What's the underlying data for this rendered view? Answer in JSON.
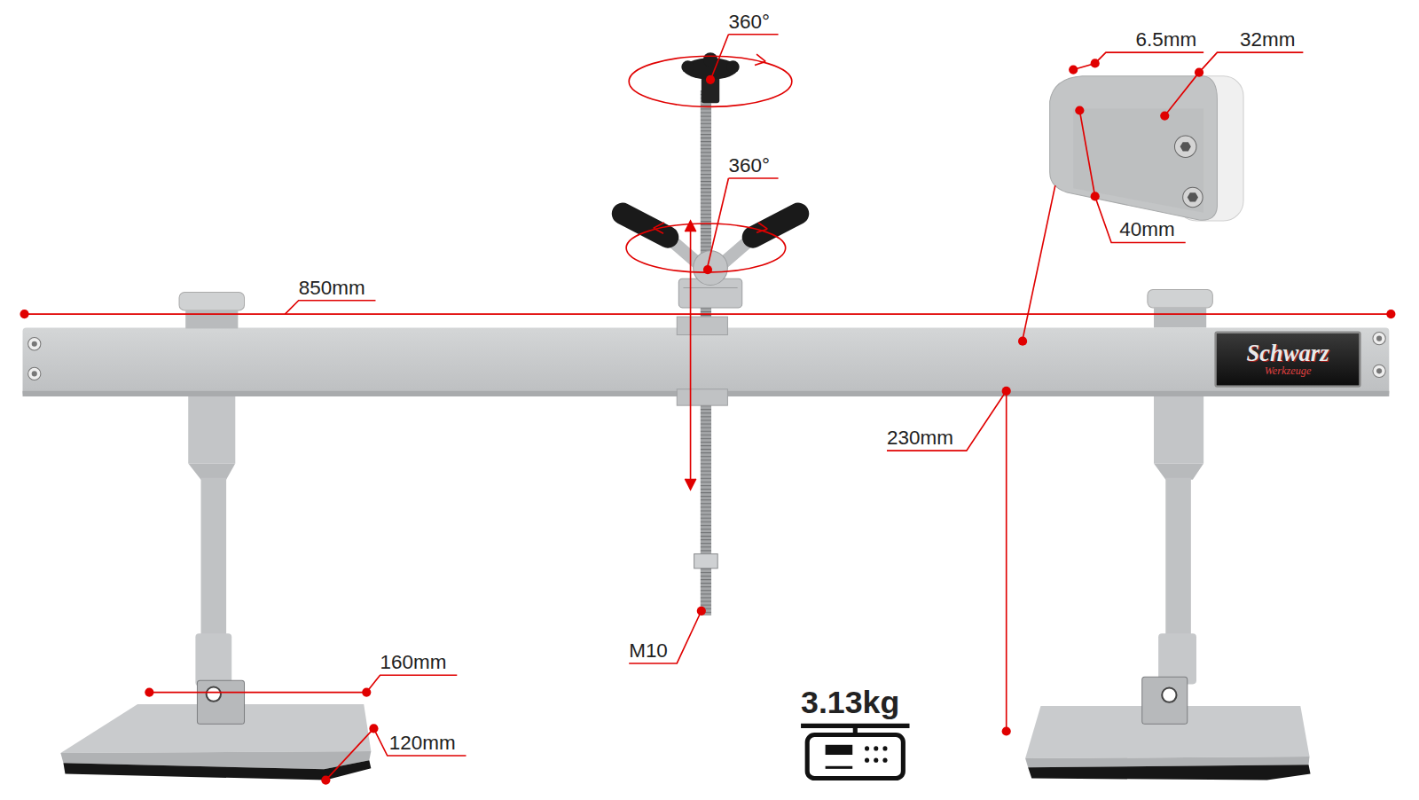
{
  "diagram": {
    "nodes": [
      {
        "text": [
          "Schwarz",
          "Werkzeuge"
        ]
      }
    ],
    "labels": [
      "360°",
      "360°",
      "6.5mm",
      "32mm",
      "40mm",
      "850mm",
      "230mm",
      "M10",
      "160mm",
      "120mm",
      "3.13kg"
    ]
  }
}
